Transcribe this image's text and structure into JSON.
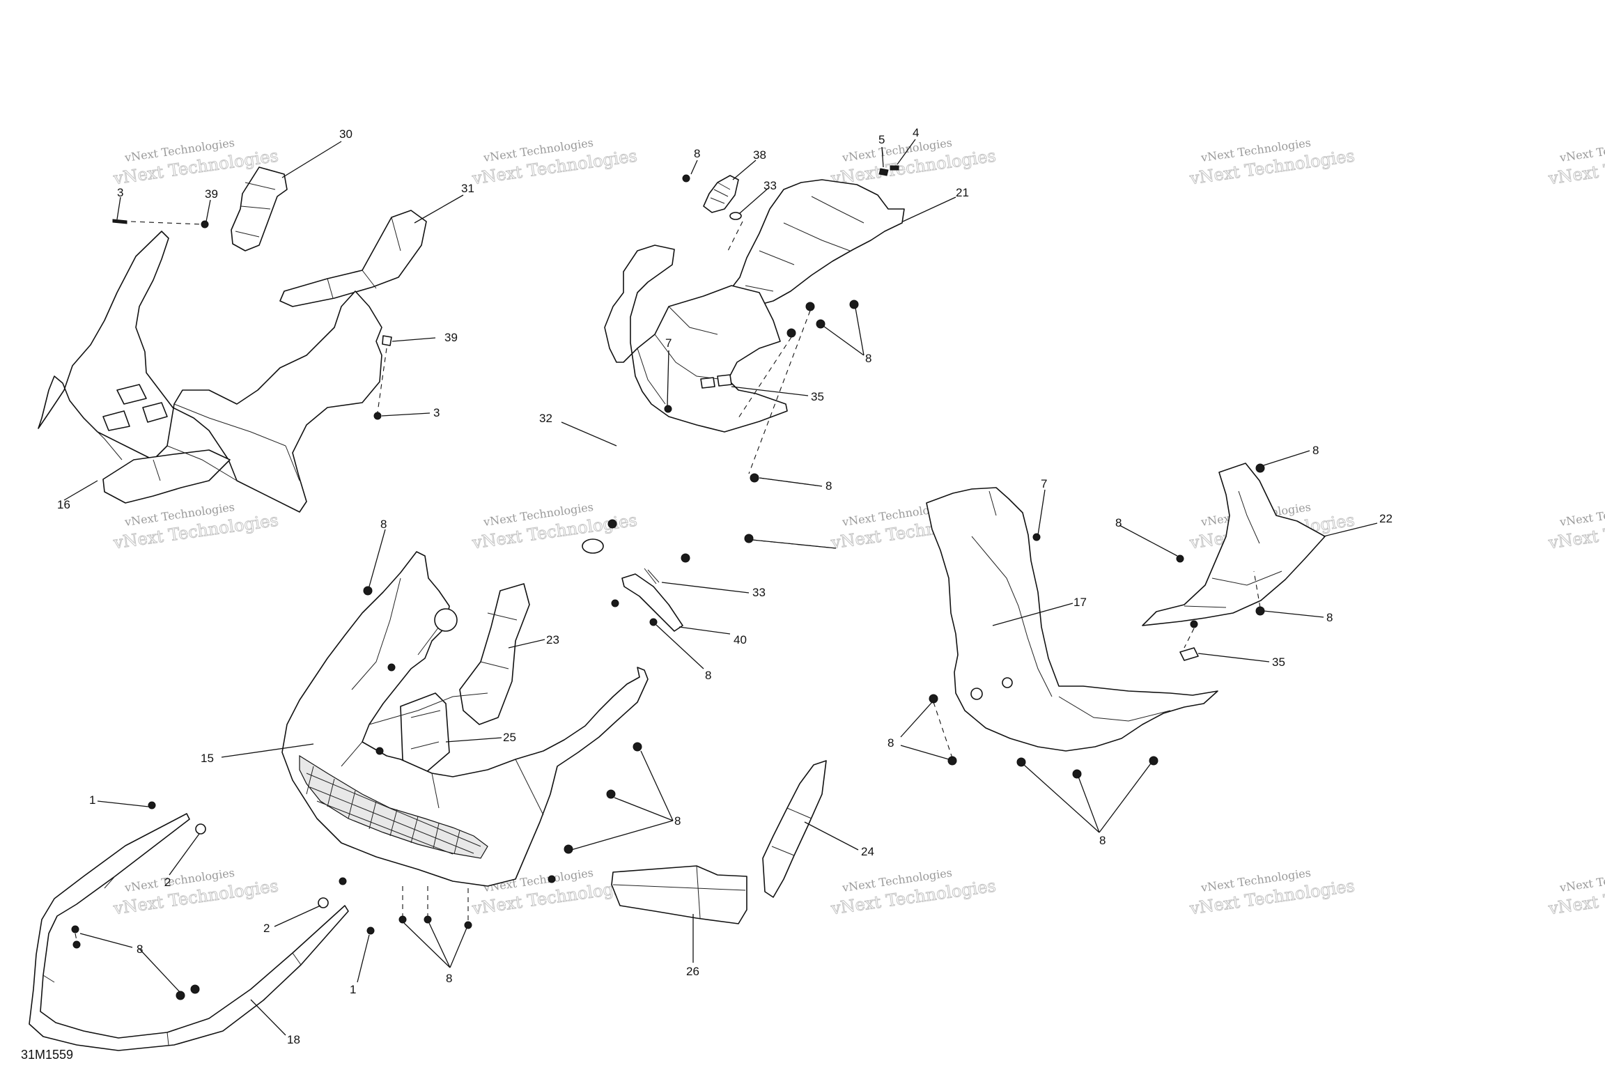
{
  "figure_id": "31M1559",
  "watermark": {
    "line1": "vNext Technologies",
    "line2": "vNext Technologies"
  },
  "callouts": [
    "30",
    "31",
    "3",
    "39",
    "39",
    "3",
    "16",
    "8",
    "38",
    "33",
    "5",
    "4",
    "21",
    "8",
    "7",
    "35",
    "32",
    "8",
    "33",
    "40",
    "8",
    "8",
    "7",
    "17",
    "8",
    "22",
    "8",
    "35",
    "8",
    "8",
    "23",
    "25",
    "15",
    "8",
    "1",
    "2",
    "8",
    "2",
    "1",
    "8",
    "18",
    "26",
    "24"
  ]
}
